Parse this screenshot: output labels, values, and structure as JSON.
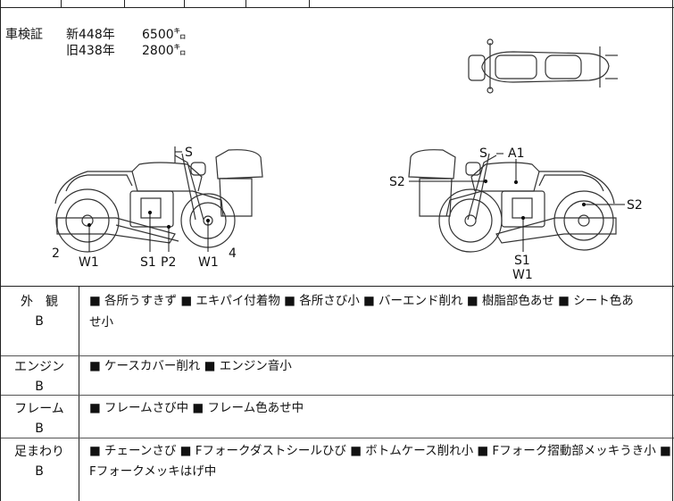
{
  "registration": {
    "label": "車検証",
    "new_era": "新448年",
    "new_value": "6500㌔",
    "old_era": "旧438年",
    "old_value": "2800㌔"
  },
  "callouts": {
    "left_s": "S",
    "left_2": "2",
    "left_w1a": "W1",
    "left_s1": "S1",
    "left_p2": "P2",
    "left_w1b": "W1",
    "left_4": "4",
    "right_s": "S",
    "right_a1": "A1",
    "right_s2_left": "S2",
    "right_s2_right": "S2",
    "right_s1": "S1",
    "right_w1": "W1"
  },
  "sections": [
    {
      "category": "外　観",
      "grade": "B",
      "remarks_line1": "■ 各所うすきず ■ エキパイ付着物 ■ 各所さび小 ■ バーエンド削れ ■ 樹脂部色あせ ■ シート色あ",
      "remarks_line2": "せ小"
    },
    {
      "category": "エンジン",
      "grade": "B",
      "remarks_line1": "■ ケースカバー削れ ■ エンジン音小",
      "remarks_line2": ""
    },
    {
      "category": "フレーム",
      "grade": "B",
      "remarks_line1": "■ フレームさび中 ■ フレーム色あせ中",
      "remarks_line2": ""
    },
    {
      "category": "足まわり",
      "grade": "B",
      "remarks_line1": "■ チェーンさび ■ Fフォークダストシールひび ■ ボトムケース削れ小 ■ Fフォーク摺動部メッキうき小 ■",
      "remarks_line2": "Fフォークメッキはげ中"
    }
  ]
}
